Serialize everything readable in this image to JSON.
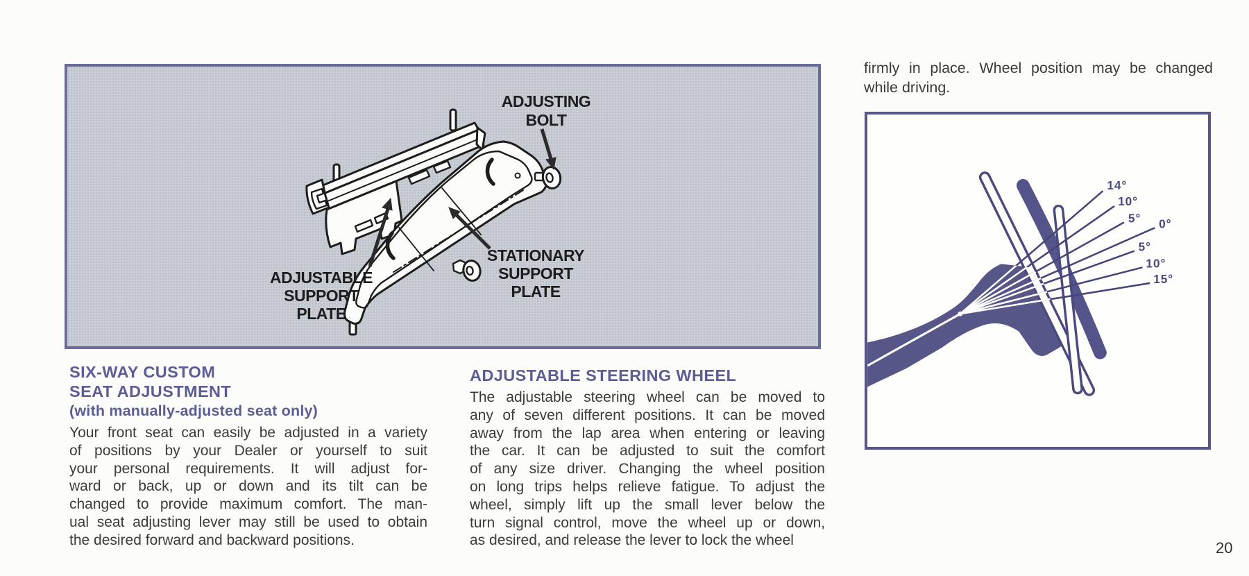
{
  "page": {
    "number": "20"
  },
  "seat_figure": {
    "labels": {
      "adjusting_bolt": [
        "ADJUSTING",
        "BOLT"
      ],
      "adjustable_plate": [
        "ADJUSTABLE",
        "SUPPORT",
        "PLATE"
      ],
      "stationary_plate": [
        "STATIONARY",
        "SUPPORT",
        "PLATE"
      ]
    }
  },
  "seat_section": {
    "heading_lines": [
      "SIX-WAY CUSTOM",
      "SEAT ADJUSTMENT"
    ],
    "subheading": "(with manually-adjusted seat only)",
    "body_lines": [
      "Your front seat can easily be adjusted in a variety",
      "of positions by your Dealer or yourself to suit",
      "your personal requirements. It will adjust for-",
      "ward or back, up or down and its tilt can be",
      "changed to provide maximum comfort. The man-",
      "ual seat adjusting lever may still be used to obtain",
      "the desired forward and backward positions."
    ]
  },
  "steering_section": {
    "heading": "ADJUSTABLE STEERING WHEEL",
    "body_lines": [
      "The adjustable steering wheel can be moved to",
      "any of seven different positions. It can be moved",
      "away from the lap area when entering or leaving",
      "the car. It can be adjusted to suit the comfort",
      "of any size driver. Changing the wheel position",
      "on long trips helps relieve fatigue. To adjust the",
      "wheel, simply lift up the small lever below the",
      "turn signal control, move the wheel up or down,",
      "as desired, and release the lever to lock the wheel"
    ]
  },
  "right_column": {
    "overflow_lines": [
      "firmly in place. Wheel position may be changed",
      "while driving."
    ]
  },
  "steering_figure": {
    "angle_labels": [
      "14°",
      "10°",
      "5°",
      "0°",
      "5°",
      "10°",
      "15°"
    ]
  },
  "colors": {
    "heading": "#5d5d95",
    "body_text": "#3b3b3b",
    "seat_panel_fill": "#c9ced5",
    "seat_panel_border": "#6a6a9c",
    "steering_panel_border": "#57578c",
    "steering_ink": "#494981",
    "steering_column_fill": "#565689",
    "illustration_ink": "#1d1d1d"
  }
}
